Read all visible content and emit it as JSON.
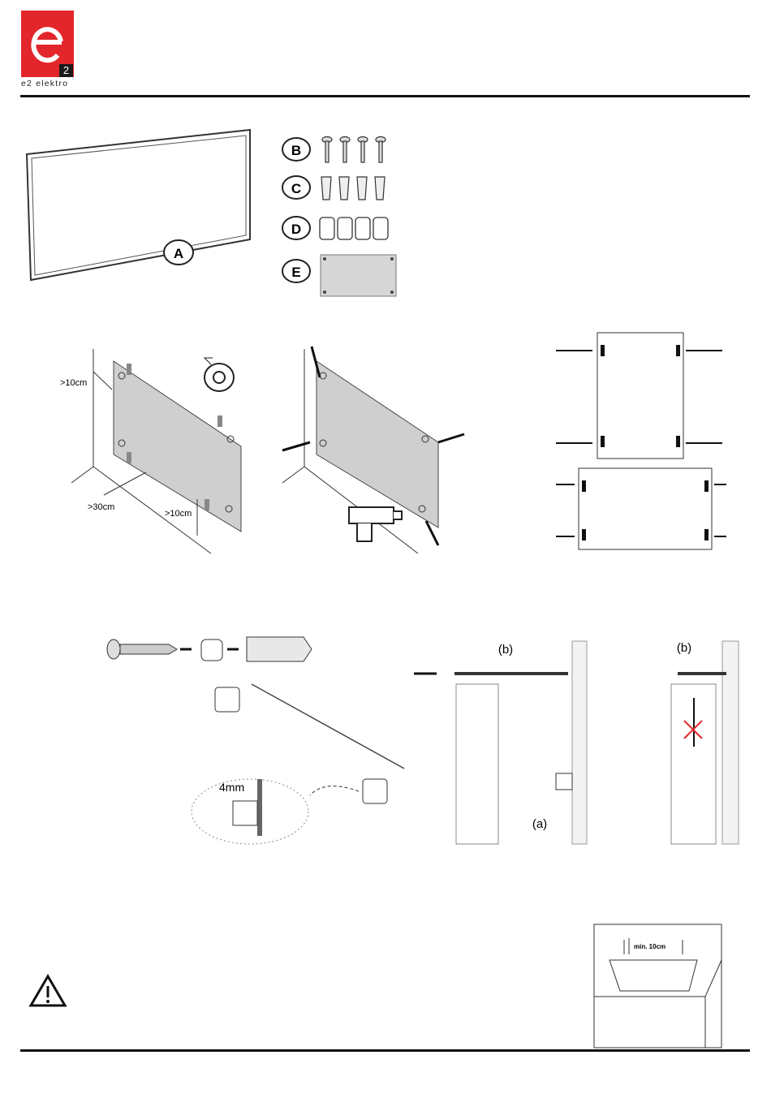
{
  "brand": {
    "logo_letter": "e",
    "logo_badge": "2",
    "name": "e2 elektro",
    "color": "#e3262b"
  },
  "parts": {
    "a": "A",
    "b": "B",
    "c": "C",
    "d": "D",
    "e": "E"
  },
  "step1": {
    "side_gap": ">10cm",
    "floor_gap": ">30cm",
    "bottom_gap": ">10cm"
  },
  "step3": {
    "gap": "4mm",
    "label_b1": "(b)",
    "label_b2": "(b)",
    "label_a": "(a)"
  },
  "clearance": {
    "text": "min. 10cm"
  },
  "icons": [
    "warning-icon",
    "tape-roll-icon",
    "drill-icon",
    "screw-icon",
    "dowel-icon",
    "spacer-icon",
    "cross-mark-icon"
  ]
}
